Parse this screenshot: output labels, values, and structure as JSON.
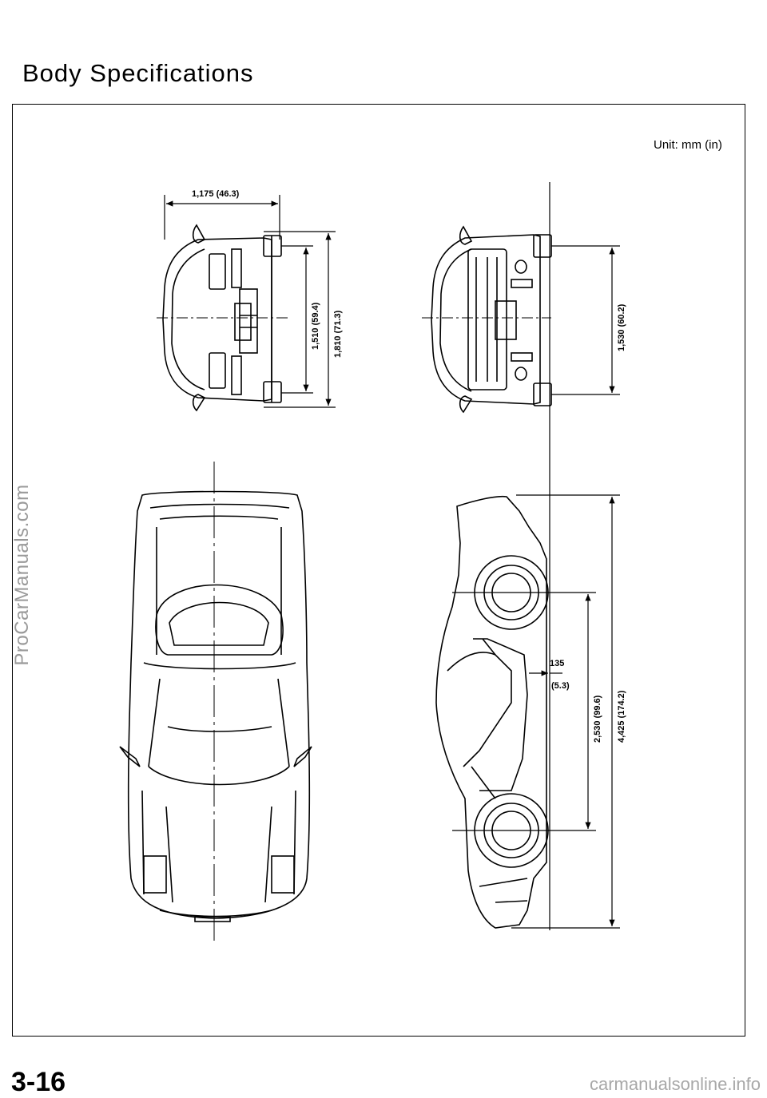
{
  "page": {
    "title": "Body Specifications",
    "unit_label": "Unit: mm (in)",
    "page_number": "3-16",
    "watermark_left": "ProCarManuals.com",
    "watermark_bottom": "carmanualsonline.info"
  },
  "dimensions": {
    "front_track": "1,175 (46.3)",
    "tread_1510": "1,510 (59.4)",
    "overall_width": "1,810 (71.3)",
    "rear_tread": "1,530 (60.2)",
    "ground_clearance_mm": "135",
    "ground_clearance_in": "(5.3)",
    "wheelbase": "2,530 (99.6)",
    "overall_length": "4,425 (174.2)"
  }
}
